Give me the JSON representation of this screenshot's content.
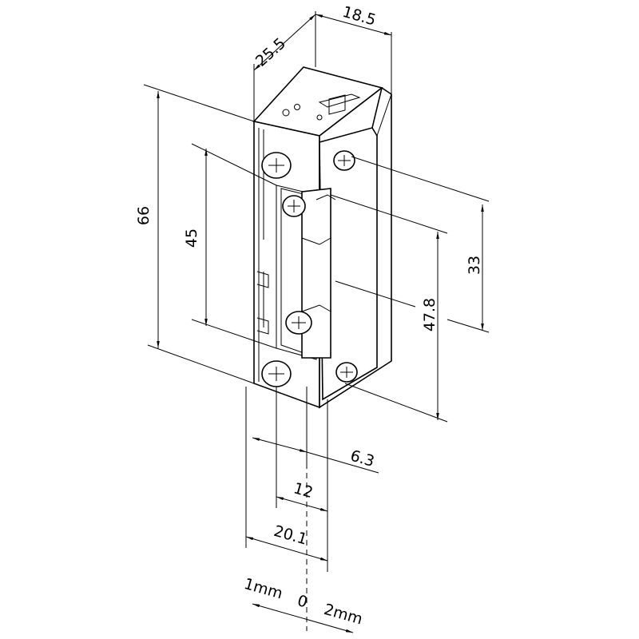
{
  "dimensions": {
    "top_depth": "25.5",
    "top_width": "18.5",
    "height_66": "66",
    "height_45": "45",
    "right_33": "33",
    "right_47_8": "47.8",
    "bottom_6_3": "6.3",
    "bottom_12": "12",
    "bottom_20_1": "20.1",
    "offset_left": "1mm",
    "offset_zero": "0",
    "offset_right": "2mm"
  }
}
